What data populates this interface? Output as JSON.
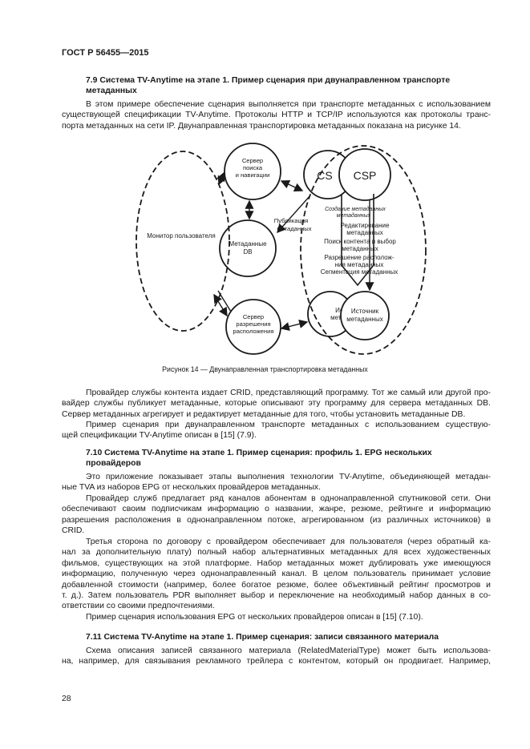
{
  "header": {
    "standard": "ГОСТ Р 56455—2015"
  },
  "section_7_9": {
    "title_l1": "7.9 Система TV-Anytime на этапе 1. Пример сценария при двунаправленном транспорте",
    "title_l2": "метаданных",
    "p1": [
      "В этом примере обеспечение сценария выполняется при транспорте метаданных с использованием",
      "существующей спецификации TV-Anytime. Протоколы HTTP и TCP/IP используются как протоколы транс-",
      "порта метаданных на сети IP. Двунаправленная транспортировка метаданных показана на рисунке 14."
    ]
  },
  "figure": {
    "user_monitor": "Монитор пользователя",
    "search_server_l1": "Сервер",
    "search_server_l2": "поиска",
    "search_server_l3": "и навигации",
    "metadata_db_l1": "Метаданные",
    "metadata_db_l2": "DB",
    "resolution_server_l1": "Сервер",
    "resolution_server_l2": "разрешения",
    "resolution_server_l3": "расположения",
    "cs": "CS",
    "csp": "CSP",
    "publication_l1": "Публикация",
    "publication_l2": "метаданных",
    "creation_l1": "Создание метаданных",
    "creation_l2": "метаданных",
    "editing_l1": "Редактирование",
    "editing_l2": "метаданных",
    "search_l1": "Поиск контента и выбор",
    "search_l2": "метаданных",
    "resolve_l1": "Разрешение располож-",
    "resolve_l2": "ния метаданных",
    "segmentation": "Сегментация метаданных",
    "source_left_l1": "Ис",
    "source_left_l2": "мета",
    "source_l1": "Источник",
    "source_l2": "метаданных",
    "caption": "Рисунок 14 — Двунаправленная транспортировка метаданных"
  },
  "p2": [
    "Провайдер службы контента издает CRID, представляющий программу. Тот же самый или другой про-",
    "вайдер службы публикует метаданные, которые описывают эту программу для сервера метаданных DB.",
    "Сервер метаданных агрегирует и редактирует метаданные для того, чтобы установить метаданные DB."
  ],
  "p3": [
    "Пример сценария при двунаправленном транспорте метаданных с использованием существую-",
    "щей спецификации TV-Anytime описан в [15] (7.9)."
  ],
  "section_7_10": {
    "title_l1": "7.10 Система TV-Anytime на этапе 1. Пример сценария: профиль 1. EPG нескольких",
    "title_l2": "провайдеров",
    "p1": [
      "Это приложение показывает этапы выполнения технологии TV-Anytime, объединяющей метадан-",
      "ные TVA из наборов EPG от нескольких провайдеров метаданных."
    ],
    "p2": [
      "Провайдер служб предлагает ряд каналов абонентам в однонаправленной спутниковой сети. Они",
      "обеспечивают своим подписчикам информацию о названии, жанре, резюме, рейтинге и информацию",
      "разрешения расположения в однонаправленном потоке, агрегированном (из различных источников) в",
      "CRID."
    ],
    "p3": [
      "Третья сторона по договору с провайдером обеспечивает для пользователя (через обратный ка-",
      "нал за дополнительную плату) полный набор альтернативных метаданных для всех художественных",
      "фильмов, существующих на этой платформе. Набор метаданных может дублировать уже имеющуюся",
      "информацию, полученную через однонаправленный канал. В целом пользователь принимает условие",
      "добавленной стоимости (например, более богатое резюме, более объективный рейтинг просмотров и",
      "т. д.). Затем пользователь PDR выполняет выбор и переключение на необходимый набор данных в со-",
      "ответствии со своими предпочтениями."
    ],
    "p4": [
      "Пример сценария использования EPG от нескольких провайдеров описан в [15] (7.10)."
    ]
  },
  "section_7_11": {
    "title": "7.11 Система TV-Anytime на этапе 1. Пример сценария: записи связанного материала",
    "p1": [
      "Схема описания записей связанного материала (RelatedMaterialType) может быть использова-",
      "на, например, для связывания рекламного трейлера с контентом, который он продвигает. Например,"
    ]
  },
  "page_number": "28"
}
